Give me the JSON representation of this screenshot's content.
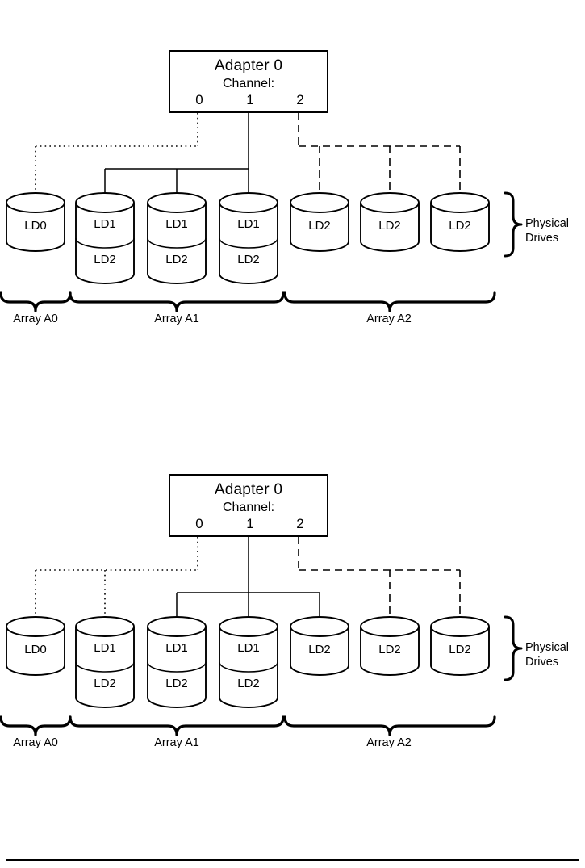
{
  "meta": {
    "figure_type": "raid-adapter-array-diagram",
    "diagram_count": 2
  },
  "diagrams": [
    {
      "id": "diagram-top",
      "adapter": {
        "title": "Adapter 0",
        "subtitle": "Channel:",
        "channels": [
          "0",
          "1",
          "2"
        ]
      },
      "drives": [
        {
          "name": "drive-0",
          "segments": [
            "LD0"
          ],
          "tall": false,
          "link": "dotted"
        },
        {
          "name": "drive-1",
          "segments": [
            "LD1",
            "LD2"
          ],
          "tall": true,
          "link": "solid"
        },
        {
          "name": "drive-2",
          "segments": [
            "LD1",
            "LD2"
          ],
          "tall": true,
          "link": "solid"
        },
        {
          "name": "drive-3",
          "segments": [
            "LD1",
            "LD2"
          ],
          "tall": true,
          "link": "solid"
        },
        {
          "name": "drive-4",
          "segments": [
            "LD2"
          ],
          "tall": false,
          "link": "dashed"
        },
        {
          "name": "drive-5",
          "segments": [
            "LD2"
          ],
          "tall": false,
          "link": "dashed"
        },
        {
          "name": "drive-6",
          "segments": [
            "LD2"
          ],
          "tall": false,
          "link": "dashed"
        }
      ],
      "arrays": [
        {
          "label": "Array A0",
          "drives": 1
        },
        {
          "label": "Array A1",
          "drives": 3
        },
        {
          "label": "Array A2",
          "drives": 3
        }
      ],
      "side_label_line1": "Physical",
      "side_label_line2": "Drives"
    },
    {
      "id": "diagram-bottom",
      "adapter": {
        "title": "Adapter 0",
        "subtitle": "Channel:",
        "channels": [
          "0",
          "1",
          "2"
        ]
      },
      "drives": [
        {
          "name": "drive-0",
          "segments": [
            "LD0"
          ],
          "tall": false,
          "link": "dotted"
        },
        {
          "name": "drive-1",
          "segments": [
            "LD1",
            "LD2"
          ],
          "tall": true,
          "link": "dotted"
        },
        {
          "name": "drive-2",
          "segments": [
            "LD1",
            "LD2"
          ],
          "tall": true,
          "link": "solid"
        },
        {
          "name": "drive-3",
          "segments": [
            "LD1",
            "LD2"
          ],
          "tall": true,
          "link": "solid"
        },
        {
          "name": "drive-4",
          "segments": [
            "LD2"
          ],
          "tall": false,
          "link": "solid"
        },
        {
          "name": "drive-5",
          "segments": [
            "LD2"
          ],
          "tall": false,
          "link": "dashed"
        },
        {
          "name": "drive-6",
          "segments": [
            "LD2"
          ],
          "tall": false,
          "link": "dashed"
        }
      ],
      "arrays": [
        {
          "label": "Array A0",
          "drives": 1
        },
        {
          "label": "Array A1",
          "drives": 3
        },
        {
          "label": "Array A2",
          "drives": 3
        }
      ],
      "side_label_line1": "Physical",
      "side_label_line2": "Drives"
    }
  ],
  "colors": {
    "stroke": "#000000",
    "background": "#ffffff"
  }
}
